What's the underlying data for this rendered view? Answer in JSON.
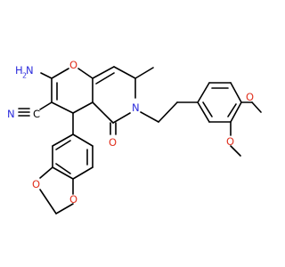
{
  "molecule": {
    "colors": {
      "bond": "#000000",
      "nitrogen": "#2b2bdc",
      "oxygen": "#e0301e",
      "carbon": "#000000"
    },
    "labels": {
      "amine_h": "H",
      "amine_n": "N",
      "amine_sub": "2",
      "ring_oxygen": "O",
      "nitrile_n": "N",
      "nitrile_c": "C",
      "carbonyl_o": "O",
      "ring_n": "N",
      "dioxole_o1": "O",
      "dioxole_o2": "O",
      "methoxy_o1": "O",
      "methoxy_o2": "O"
    }
  }
}
